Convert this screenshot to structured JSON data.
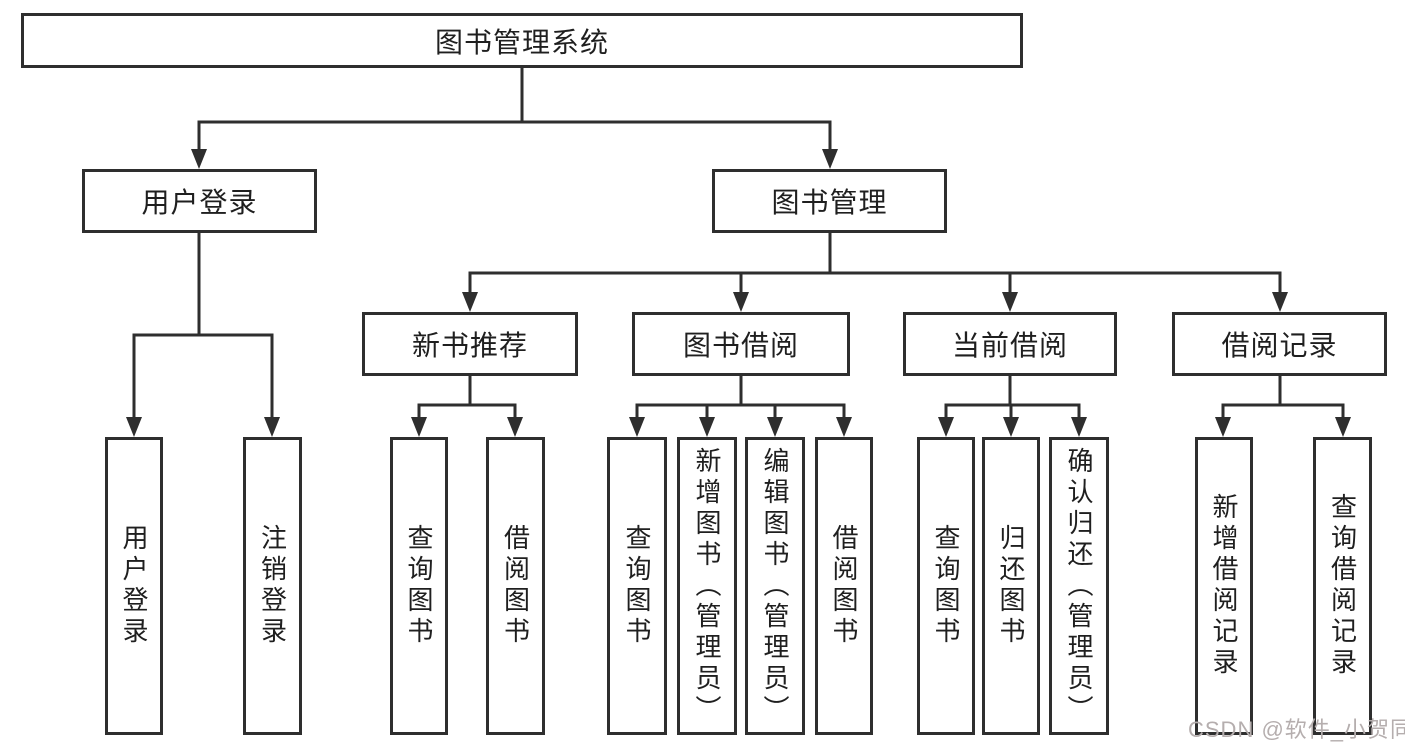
{
  "diagram": {
    "title": "图书管理系统",
    "watermark": "CSDN @软件_小贺同学",
    "colors": {
      "line": "#2e2e2e",
      "box_border": "#2e2e2e",
      "text": "#1f1f1f",
      "watermark": "#b5aeae",
      "background": "#ffffff"
    },
    "nodes": {
      "root": "图书管理系统",
      "user_login": "用户登录",
      "book_mgmt": "图书管理",
      "new_book": "新书推荐",
      "book_borrow": "图书借阅",
      "current_borrow": "当前借阅",
      "borrow_record": "借阅记录",
      "ul_login": "用户登录",
      "ul_logout": "注销登录",
      "nb_query": "查询图书",
      "nb_borrow": "借阅图书",
      "bb_query": "查询图书",
      "bb_add": "新增图书（管理员）",
      "bb_edit": "编辑图书（管理员）",
      "bb_borrow": "借阅图书",
      "cb_query": "查询图书",
      "cb_return": "归还图书",
      "cb_confirm": "确认归还（管理员）",
      "br_add": "新增借阅记录",
      "br_query": "查询借阅记录"
    },
    "hierarchy": {
      "图书管理系统": [
        "用户登录",
        "图书管理"
      ],
      "用户登录": [
        "用户登录",
        "注销登录"
      ],
      "图书管理": [
        "新书推荐",
        "图书借阅",
        "当前借阅",
        "借阅记录"
      ],
      "新书推荐": [
        "查询图书",
        "借阅图书"
      ],
      "图书借阅": [
        "查询图书",
        "新增图书（管理员）",
        "编辑图书（管理员）",
        "借阅图书"
      ],
      "当前借阅": [
        "查询图书",
        "归还图书",
        "确认归还（管理员）"
      ],
      "借阅记录": [
        "新增借阅记录",
        "查询借阅记录"
      ]
    }
  }
}
